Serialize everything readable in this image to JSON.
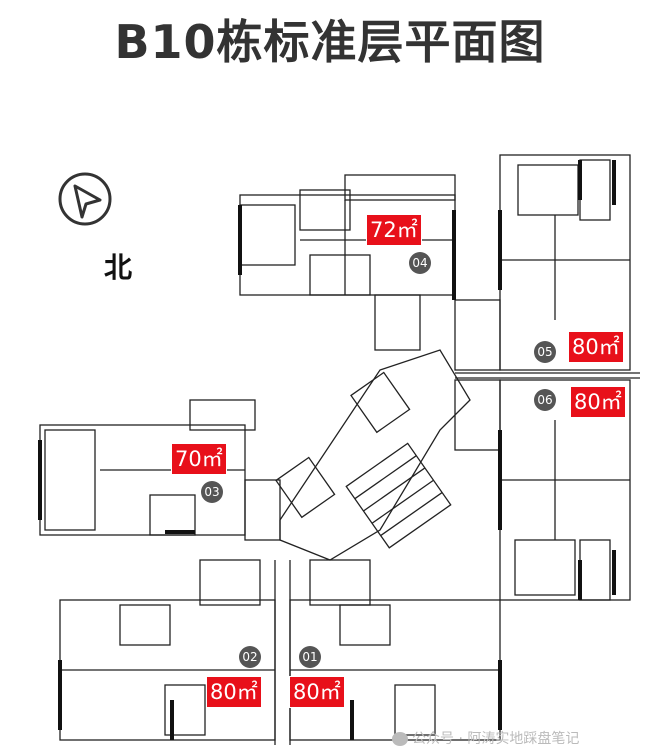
{
  "title": "B10栋标准层平面图",
  "compass": {
    "icon": "north-arrow-icon",
    "label": "北"
  },
  "units": [
    {
      "id": "04",
      "area": "72㎡"
    },
    {
      "id": "05",
      "area": "80㎡"
    },
    {
      "id": "06",
      "area": "80㎡"
    },
    {
      "id": "03",
      "area": "70㎡"
    },
    {
      "id": "02",
      "area": "80㎡"
    },
    {
      "id": "01",
      "area": "80㎡"
    }
  ],
  "watermark": "公众号 · 阿涛实地踩盘笔记",
  "colors": {
    "area_badge": "#e8101a",
    "unit_circle": "#555555",
    "title": "#333333"
  }
}
